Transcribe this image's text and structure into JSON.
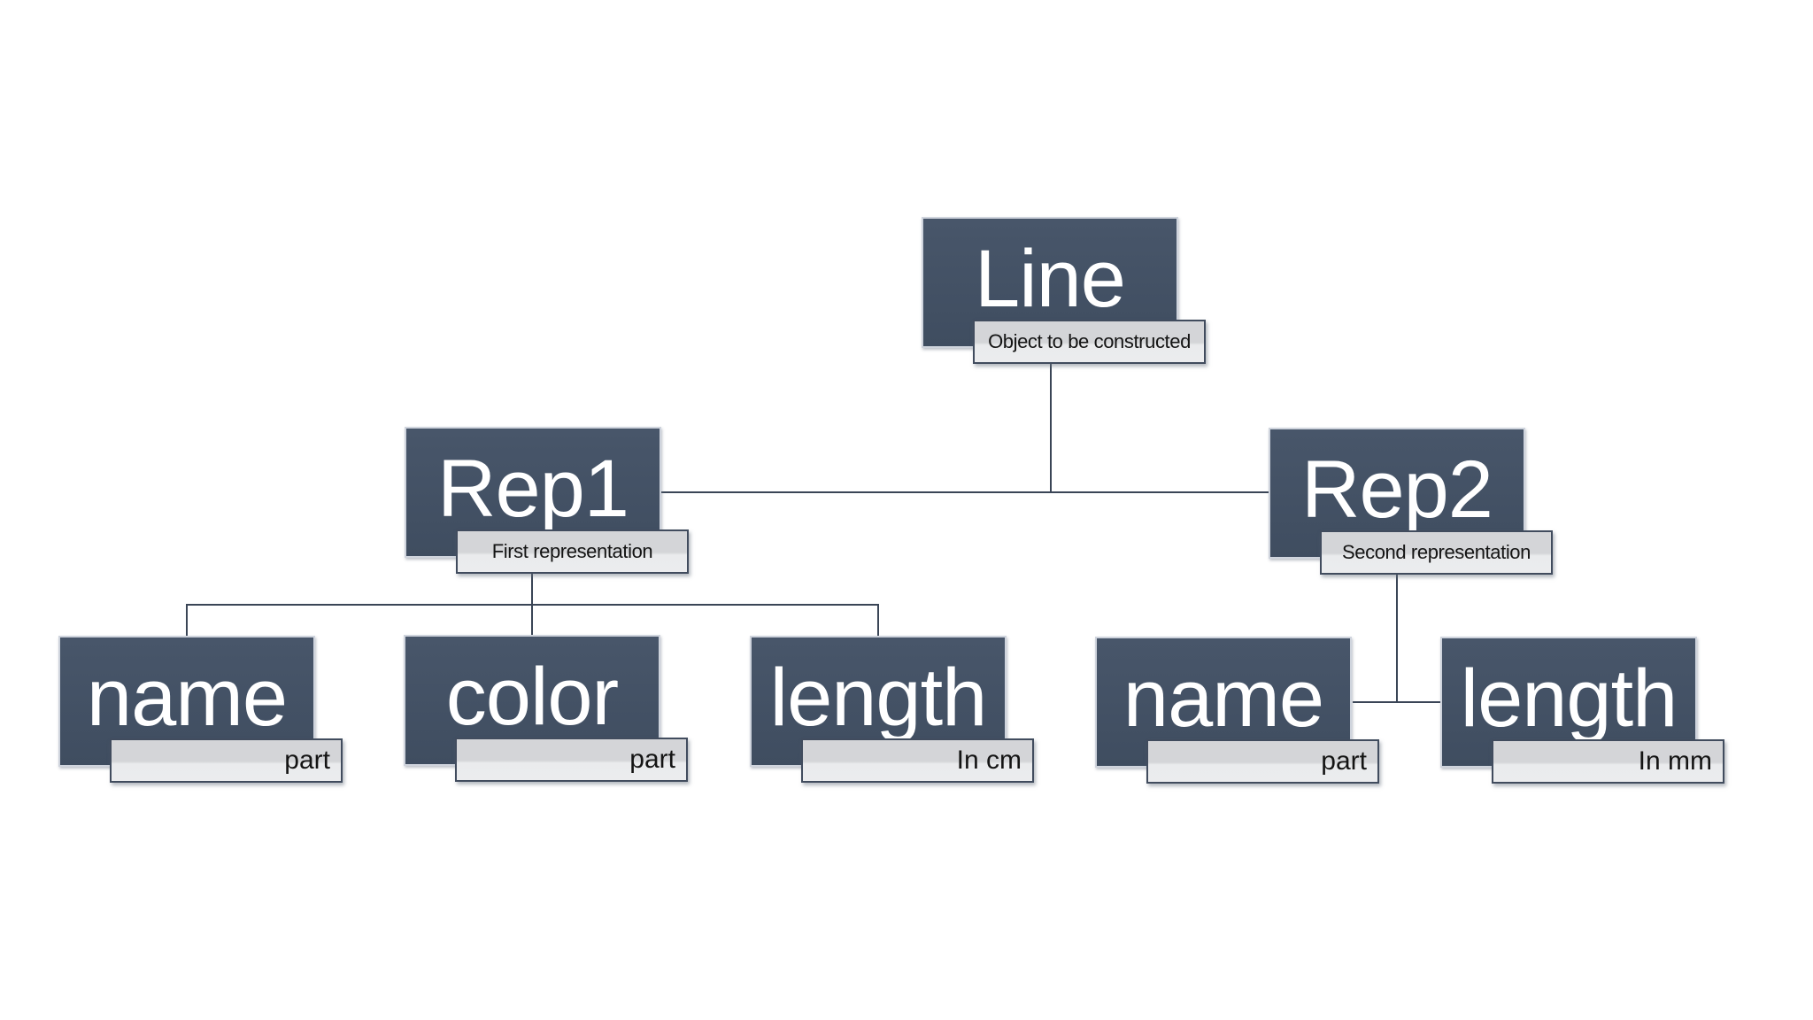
{
  "diagram": {
    "type": "hierarchy-tree",
    "background": "#ffffff",
    "colors": {
      "node_fill": "#425064",
      "node_fill_top": "#48566a",
      "node_fill_bottom": "#3f4d60",
      "node_text": "#ffffff",
      "node_edge_highlight": "#cfd4dd",
      "tag_fill_top": "#d4d5d8",
      "tag_fill_bottom": "#ebecee",
      "tag_border": "#414c5e",
      "tag_text": "#141414",
      "connector": "#3a4556"
    },
    "nodes": [
      {
        "id": "line",
        "label": "Line",
        "sublabel": "Object to be constructed",
        "sublabel_align": "center"
      },
      {
        "id": "rep1",
        "label": "Rep1",
        "sublabel": "First representation",
        "sublabel_align": "center"
      },
      {
        "id": "rep2",
        "label": "Rep2",
        "sublabel": "Second representation",
        "sublabel_align": "center"
      },
      {
        "id": "name1",
        "label": "name",
        "sublabel": "part",
        "sublabel_align": "right"
      },
      {
        "id": "color1",
        "label": "color",
        "sublabel": "part",
        "sublabel_align": "right"
      },
      {
        "id": "length1",
        "label": "length",
        "sublabel": "In cm",
        "sublabel_align": "right"
      },
      {
        "id": "name2",
        "label": "name",
        "sublabel": "part",
        "sublabel_align": "right"
      },
      {
        "id": "length2",
        "label": "length",
        "sublabel": "In mm",
        "sublabel_align": "right"
      }
    ],
    "edges": [
      {
        "from": "line",
        "to": "rep1"
      },
      {
        "from": "line",
        "to": "rep2"
      },
      {
        "from": "rep1",
        "to": "name1"
      },
      {
        "from": "rep1",
        "to": "color1"
      },
      {
        "from": "rep1",
        "to": "length1"
      },
      {
        "from": "rep2",
        "to": "name2"
      },
      {
        "from": "rep2",
        "to": "length2"
      }
    ]
  }
}
